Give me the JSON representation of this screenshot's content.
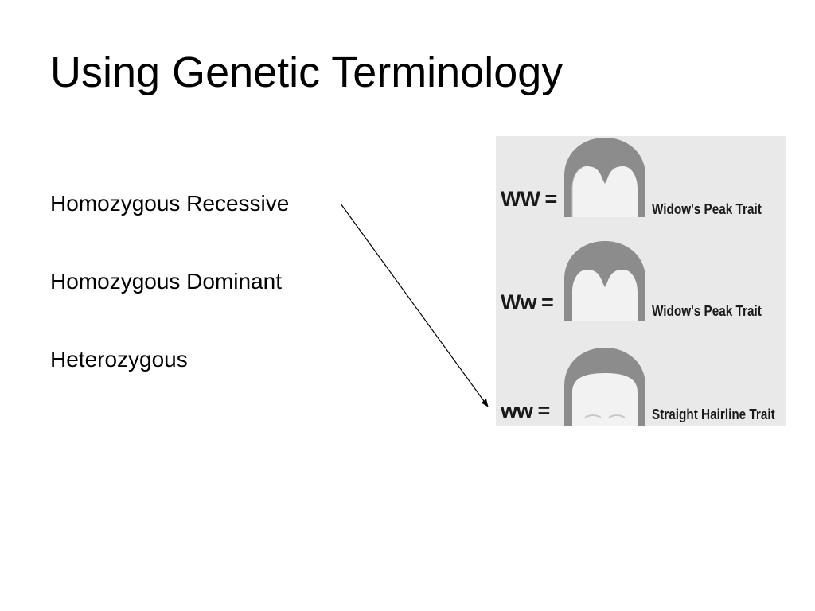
{
  "slide": {
    "title": "Using Genetic Terminology",
    "terms": [
      "Homozygous Recessive",
      "Homozygous Dominant",
      "Heterozygous"
    ]
  },
  "figure": {
    "rows": [
      {
        "genotype": "WW =",
        "trait": "Widow's Peak Trait",
        "hairline": "widows-peak"
      },
      {
        "genotype": "Ww =",
        "trait": "Widow's Peak Trait",
        "hairline": "widows-peak"
      },
      {
        "genotype": "ww =",
        "trait": "Straight Hairline Trait",
        "hairline": "straight"
      }
    ]
  },
  "colors": {
    "background": "#ffffff",
    "figure_background": "#e9e9e9",
    "hair": "#8c8c8c",
    "face": "#f2f2f2",
    "text": "#000000"
  }
}
